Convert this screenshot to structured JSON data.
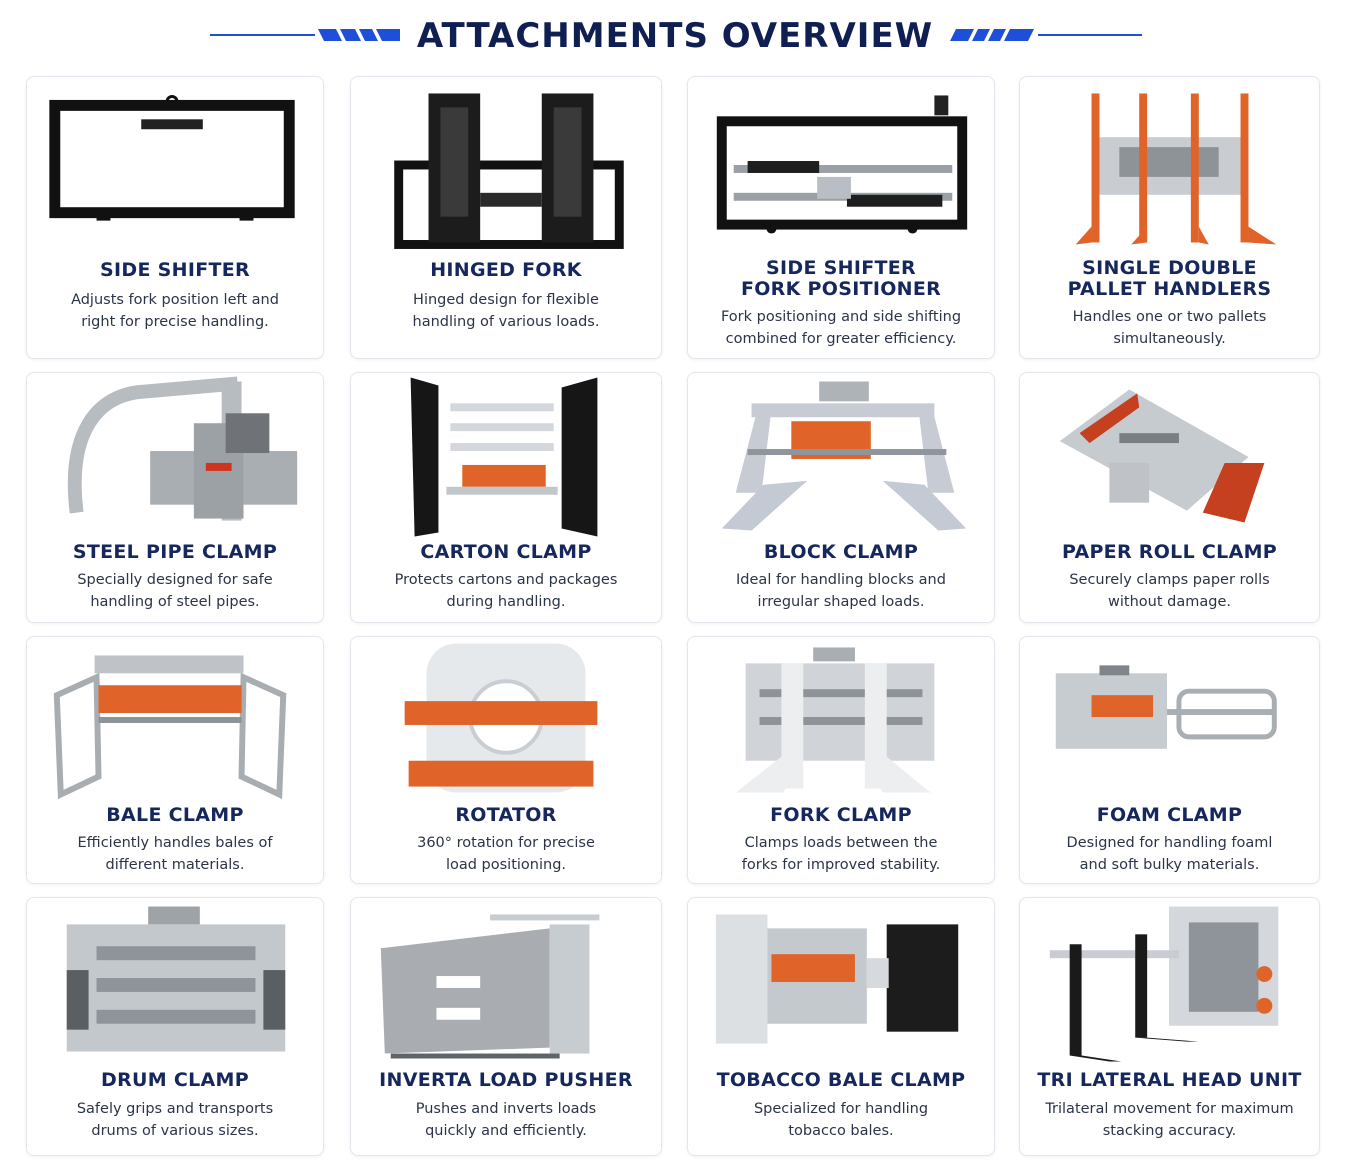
{
  "page": {
    "title": "ATTACHMENTS OVERVIEW",
    "accent_color": "#1d4fd8",
    "title_color": "#0f1f52"
  },
  "cards": [
    {
      "title_lines": [
        "SIDE SHIFTER"
      ],
      "desc_lines": [
        "Adjusts fork position left and",
        "right for precise handling."
      ],
      "icon": "side-shifter-image"
    },
    {
      "title_lines": [
        "HINGED FORK"
      ],
      "desc_lines": [
        "Hinged design for flexible",
        "handling of various loads."
      ],
      "icon": "hinged-fork-image"
    },
    {
      "title_lines": [
        "SIDE SHIFTER",
        "FORK POSITIONER"
      ],
      "desc_lines": [
        "Fork positioning and side shifting",
        "combined for greater efficiency."
      ],
      "icon": "side-shifter-fork-positioner-image"
    },
    {
      "title_lines": [
        "SINGLE DOUBLE",
        "PALLET HANDLERS"
      ],
      "desc_lines": [
        "Handles one or two pallets",
        "simultaneously."
      ],
      "icon": "pallet-handler-image"
    },
    {
      "title_lines": [
        "STEEL PIPE CLAMP"
      ],
      "desc_lines": [
        "Specially designed for safe",
        "handling of steel pipes."
      ],
      "icon": "steel-pipe-clamp-image"
    },
    {
      "title_lines": [
        "CARTON CLAMP"
      ],
      "desc_lines": [
        "Protects cartons and packages",
        "during handling."
      ],
      "icon": "carton-clamp-image"
    },
    {
      "title_lines": [
        "BLOCK CLAMP"
      ],
      "desc_lines": [
        "Ideal for handling blocks and",
        "irregular shaped loads."
      ],
      "icon": "block-clamp-image"
    },
    {
      "title_lines": [
        "PAPER ROLL CLAMP"
      ],
      "desc_lines": [
        "Securely clamps paper rolls",
        "without damage."
      ],
      "icon": "paper-roll-clamp-image"
    },
    {
      "title_lines": [
        "BALE CLAMP"
      ],
      "desc_lines": [
        "Efficiently handles bales of",
        "different materials."
      ],
      "icon": "bale-clamp-image"
    },
    {
      "title_lines": [
        "ROTATOR"
      ],
      "desc_lines": [
        "360° rotation for precise",
        "load positioning."
      ],
      "icon": "rotator-image"
    },
    {
      "title_lines": [
        "FORK CLAMP"
      ],
      "desc_lines": [
        "Clamps loads between the",
        "forks for improved stability."
      ],
      "icon": "fork-clamp-image"
    },
    {
      "title_lines": [
        "FOAM CLAMP"
      ],
      "desc_lines": [
        "Designed for handling foaml",
        "and soft bulky materials."
      ],
      "icon": "foam-clamp-image"
    },
    {
      "title_lines": [
        "DRUM CLAMP"
      ],
      "desc_lines": [
        "Safely grips and transports",
        "drums of various sizes."
      ],
      "icon": "drum-clamp-image"
    },
    {
      "title_lines": [
        "INVERTA LOAD PUSHER"
      ],
      "desc_lines": [
        "Pushes and inverts loads",
        "quickly and efficiently."
      ],
      "icon": "inverta-load-pusher-image"
    },
    {
      "title_lines": [
        "TOBACCO BALE CLAMP"
      ],
      "desc_lines": [
        "Specialized for handling",
        "tobacco bales."
      ],
      "icon": "tobacco-bale-clamp-image"
    },
    {
      "title_lines": [
        "TRI LATERAL HEAD UNIT"
      ],
      "desc_lines": [
        "Trilateral movement for maximum",
        "stacking accuracy."
      ],
      "icon": "tri-lateral-head-unit-image"
    }
  ]
}
